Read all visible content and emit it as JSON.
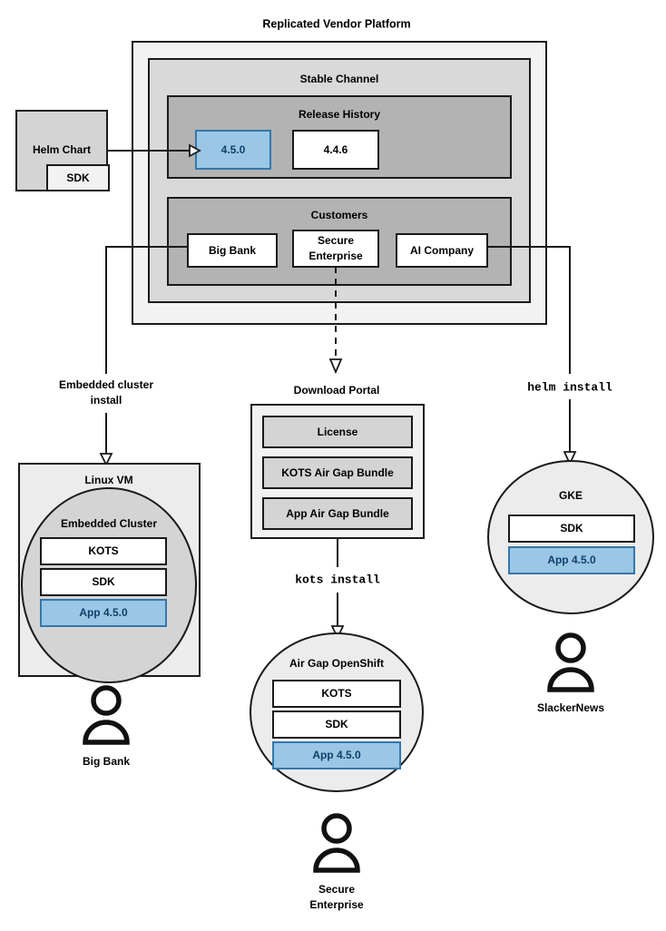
{
  "diagram": {
    "title": "Replicated Vendor Platform",
    "platform": {
      "channel_title": "Stable Channel",
      "release_history": {
        "title": "Release History",
        "releases": [
          {
            "label": "4.5.0",
            "highlighted": true
          },
          {
            "label": "4.4.6",
            "highlighted": false
          }
        ]
      },
      "customers": {
        "title": "Customers",
        "items": [
          {
            "label": "Big Bank"
          },
          {
            "label": "Secure\nEnterprise",
            "line1": "Secure",
            "line2": "Enterprise"
          },
          {
            "label": "AI Company"
          }
        ]
      }
    },
    "source": {
      "chart_label": "Helm Chart",
      "sdk_label": "SDK"
    },
    "paths": [
      {
        "name": "embedded-cluster-install",
        "line1": "Embedded cluster",
        "line2": "install",
        "mono": false
      },
      {
        "name": "kots-install",
        "label": "kots install",
        "mono": true
      },
      {
        "name": "helm-install",
        "label": "helm install",
        "mono": true
      }
    ],
    "download_portal": {
      "title": "Download Portal",
      "artifacts": [
        {
          "label": "License"
        },
        {
          "label": "KOTS Air Gap Bundle"
        },
        {
          "label": "App Air Gap Bundle"
        }
      ]
    },
    "targets": [
      {
        "name": "linux-vm",
        "title": "Linux VM",
        "inner_title": "Embedded Cluster",
        "components": [
          {
            "label": "KOTS",
            "highlighted": false
          },
          {
            "label": "SDK",
            "highlighted": false
          },
          {
            "label": "App 4.5.0",
            "highlighted": true
          }
        ],
        "actor": "Big Bank"
      },
      {
        "name": "air-gap-openshift",
        "title": "Air Gap OpenShift",
        "components": [
          {
            "label": "KOTS",
            "highlighted": false
          },
          {
            "label": "SDK",
            "highlighted": false
          },
          {
            "label": "App 4.5.0",
            "highlighted": true
          }
        ],
        "actor_line1": "Secure",
        "actor_line2": "Enterprise"
      },
      {
        "name": "gke",
        "title": "GKE",
        "components": [
          {
            "label": "SDK",
            "highlighted": false
          },
          {
            "label": "App 4.5.0",
            "highlighted": true
          }
        ],
        "actor": "SlackerNews"
      }
    ],
    "colors": {
      "highlight_fill": "#9ac7e5",
      "highlight_stroke": "#3576ab",
      "highlight_text": "#10406b",
      "outer_panel": "#f2f2f2",
      "channel_panel": "#d9d9d9",
      "section_panel": "#b3b3b3",
      "plain_fill": "#ffffff",
      "light_fill": "#ececec",
      "grey_fill": "#d4d4d4",
      "stroke": "#1a1a1a"
    }
  }
}
